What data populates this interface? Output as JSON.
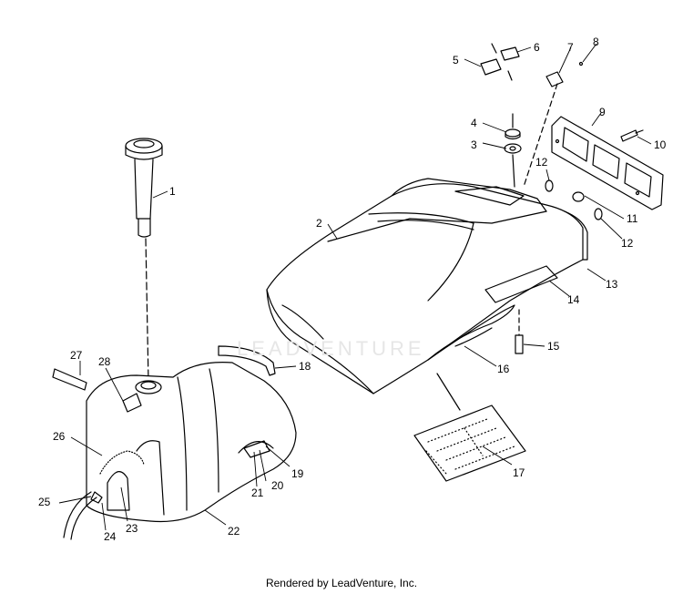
{
  "diagram": {
    "callouts": [
      "1",
      "2",
      "3",
      "4",
      "5",
      "6",
      "7",
      "8",
      "9",
      "10",
      "11",
      "12",
      "12",
      "13",
      "14",
      "15",
      "16",
      "17",
      "18",
      "19",
      "20",
      "21",
      "22",
      "23",
      "24",
      "25",
      "26",
      "27",
      "28"
    ]
  },
  "watermark": {
    "text": "LEADVENTURE"
  },
  "footer": {
    "credit": "Rendered by LeadVenture, Inc."
  }
}
